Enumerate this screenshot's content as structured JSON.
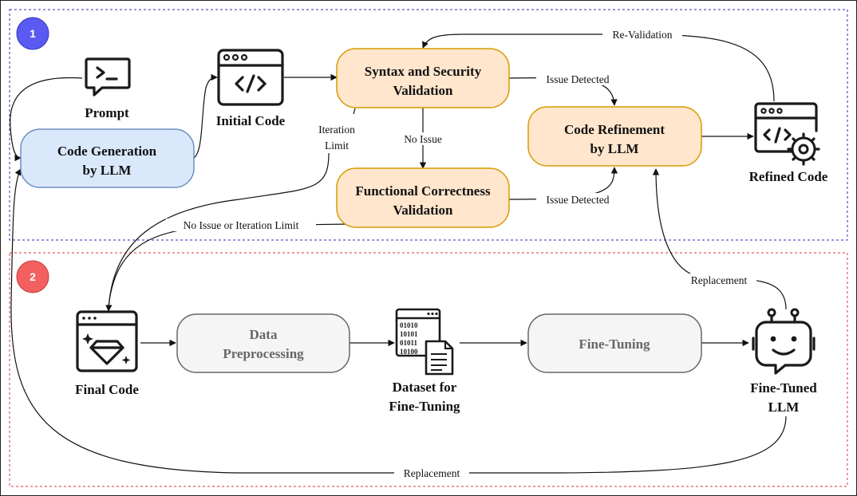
{
  "sections": [
    {
      "badge": "1",
      "color": "#5a5af2",
      "border_color": "#2b2bb8"
    },
    {
      "badge": "2",
      "color": "#f26060",
      "border_color": "#d9363e"
    }
  ],
  "nodes": {
    "code_generation": [
      "Code Generation",
      "by LLM"
    ],
    "syntax_security": [
      "Syntax and Security",
      "Validation"
    ],
    "functional_correctness": [
      "Functional Correctness",
      "Validation"
    ],
    "code_refinement": [
      "Code Refinement",
      "by LLM"
    ],
    "data_preprocessing": [
      "Data",
      "Preprocessing"
    ],
    "fine_tuning": [
      "Fine-Tuning"
    ]
  },
  "icons": {
    "prompt": "Prompt",
    "initial_code": "Initial Code",
    "refined_code": "Refined Code",
    "final_code": "Final Code",
    "dataset": [
      "Dataset for",
      "Fine-Tuning"
    ],
    "fine_tuned_llm": [
      "Fine-Tuned",
      "LLM"
    ]
  },
  "edge_labels": {
    "re_validation": "Re-Validation",
    "issue_detected_1": "Issue Detected",
    "issue_detected_2": "Issue Detected",
    "no_issue": "No Issue",
    "iteration_limit": [
      "Iteration",
      "Limit"
    ],
    "no_issue_or_limit": "No Issue or Iteration Limit",
    "replacement_top": "Replacement",
    "replacement_bottom": "Replacement"
  },
  "colors": {
    "blue_fill": "#dae8fc",
    "blue_stroke": "#6c8ebf",
    "orange_fill": "#ffe6cc",
    "orange_stroke": "#d79b00",
    "gray_fill": "#f5f5f5",
    "gray_stroke": "#666666"
  }
}
